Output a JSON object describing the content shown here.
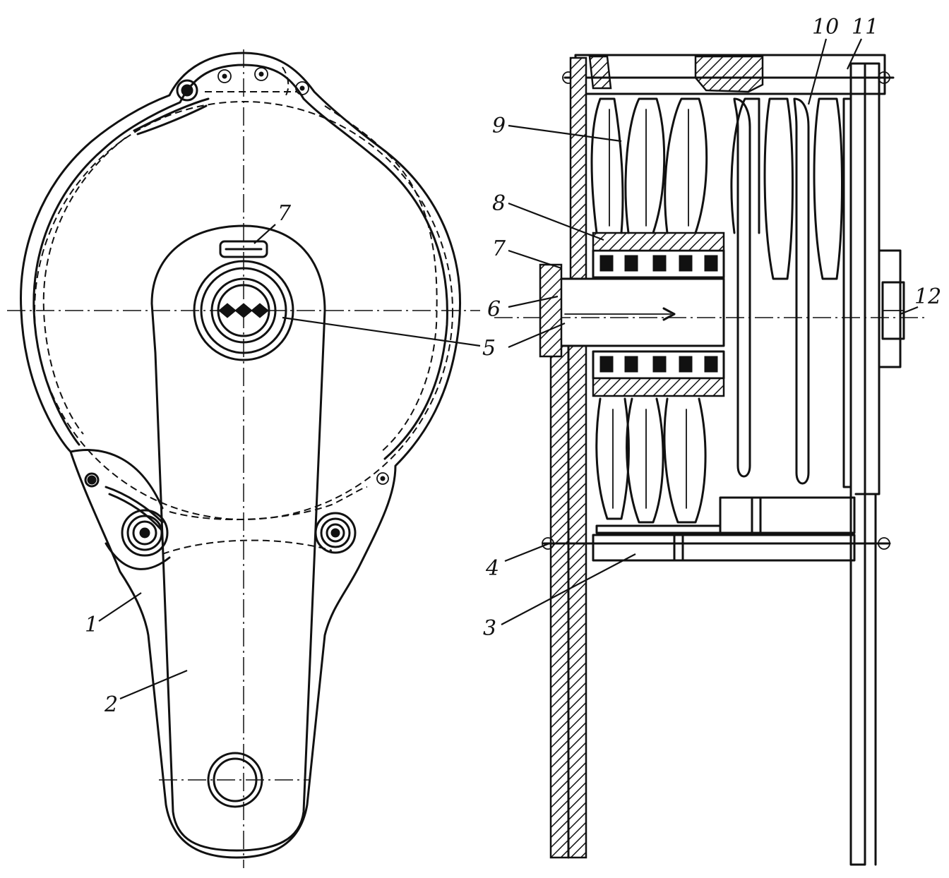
{
  "labels": {
    "one": "1",
    "two": "2",
    "three": "3",
    "four": "4",
    "five": "5",
    "six": "6",
    "seven_left": "7",
    "seven_right": "7",
    "eight": "8",
    "nine": "9",
    "ten": "10",
    "eleven": "11",
    "twelve": "12"
  },
  "colors": {
    "ink": "#111111",
    "paper": "#ffffff"
  }
}
